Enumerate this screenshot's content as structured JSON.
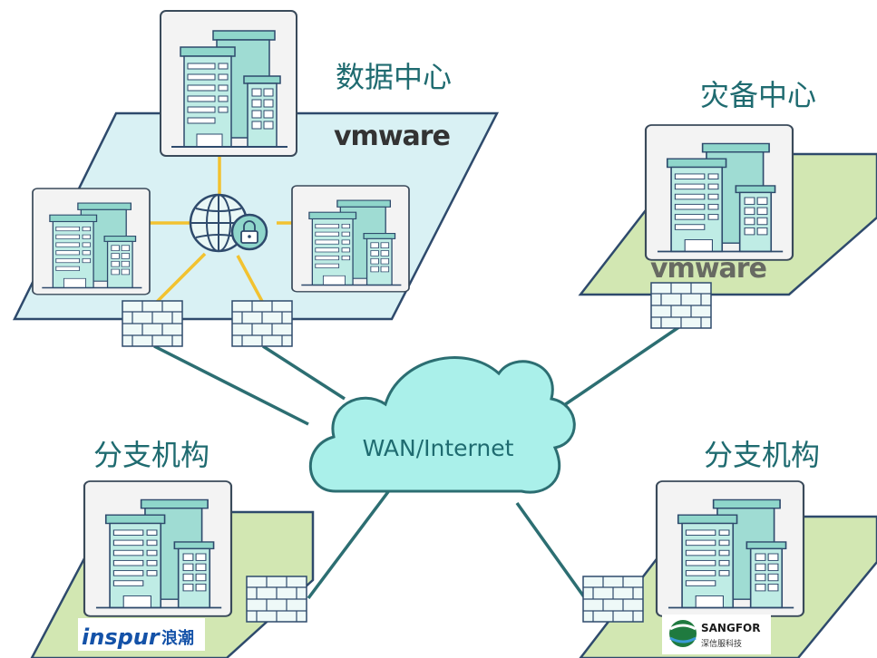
{
  "labels": {
    "datacenter": "数据中心",
    "dr_center": "灾备中心",
    "branch_left": "分支机构",
    "branch_right": "分支机构",
    "cloud": "WAN/Internet"
  },
  "logos": {
    "vmware_main": "vmware",
    "vmware_dr": "vmware",
    "inspur": "inspur",
    "inspur_cn": "浪潮",
    "sangfor": "SANGFOR",
    "sangfor_cn": "深信服科技"
  },
  "icons": [
    "building-icon",
    "firewall-icon",
    "globe-icon",
    "lock-icon",
    "cloud-icon"
  ],
  "colors": {
    "platform_dc": "#d9f1f4",
    "platform_green": "#d2e7b2",
    "outline": "#2e4a6c",
    "link_wan": "#2c6e72",
    "link_lan": "#f2c230",
    "cloud_fill": "#aaf0ea",
    "building": "#9fdcd3",
    "building_dark": "#7fcbc0",
    "label_text": "#1f6b70"
  }
}
